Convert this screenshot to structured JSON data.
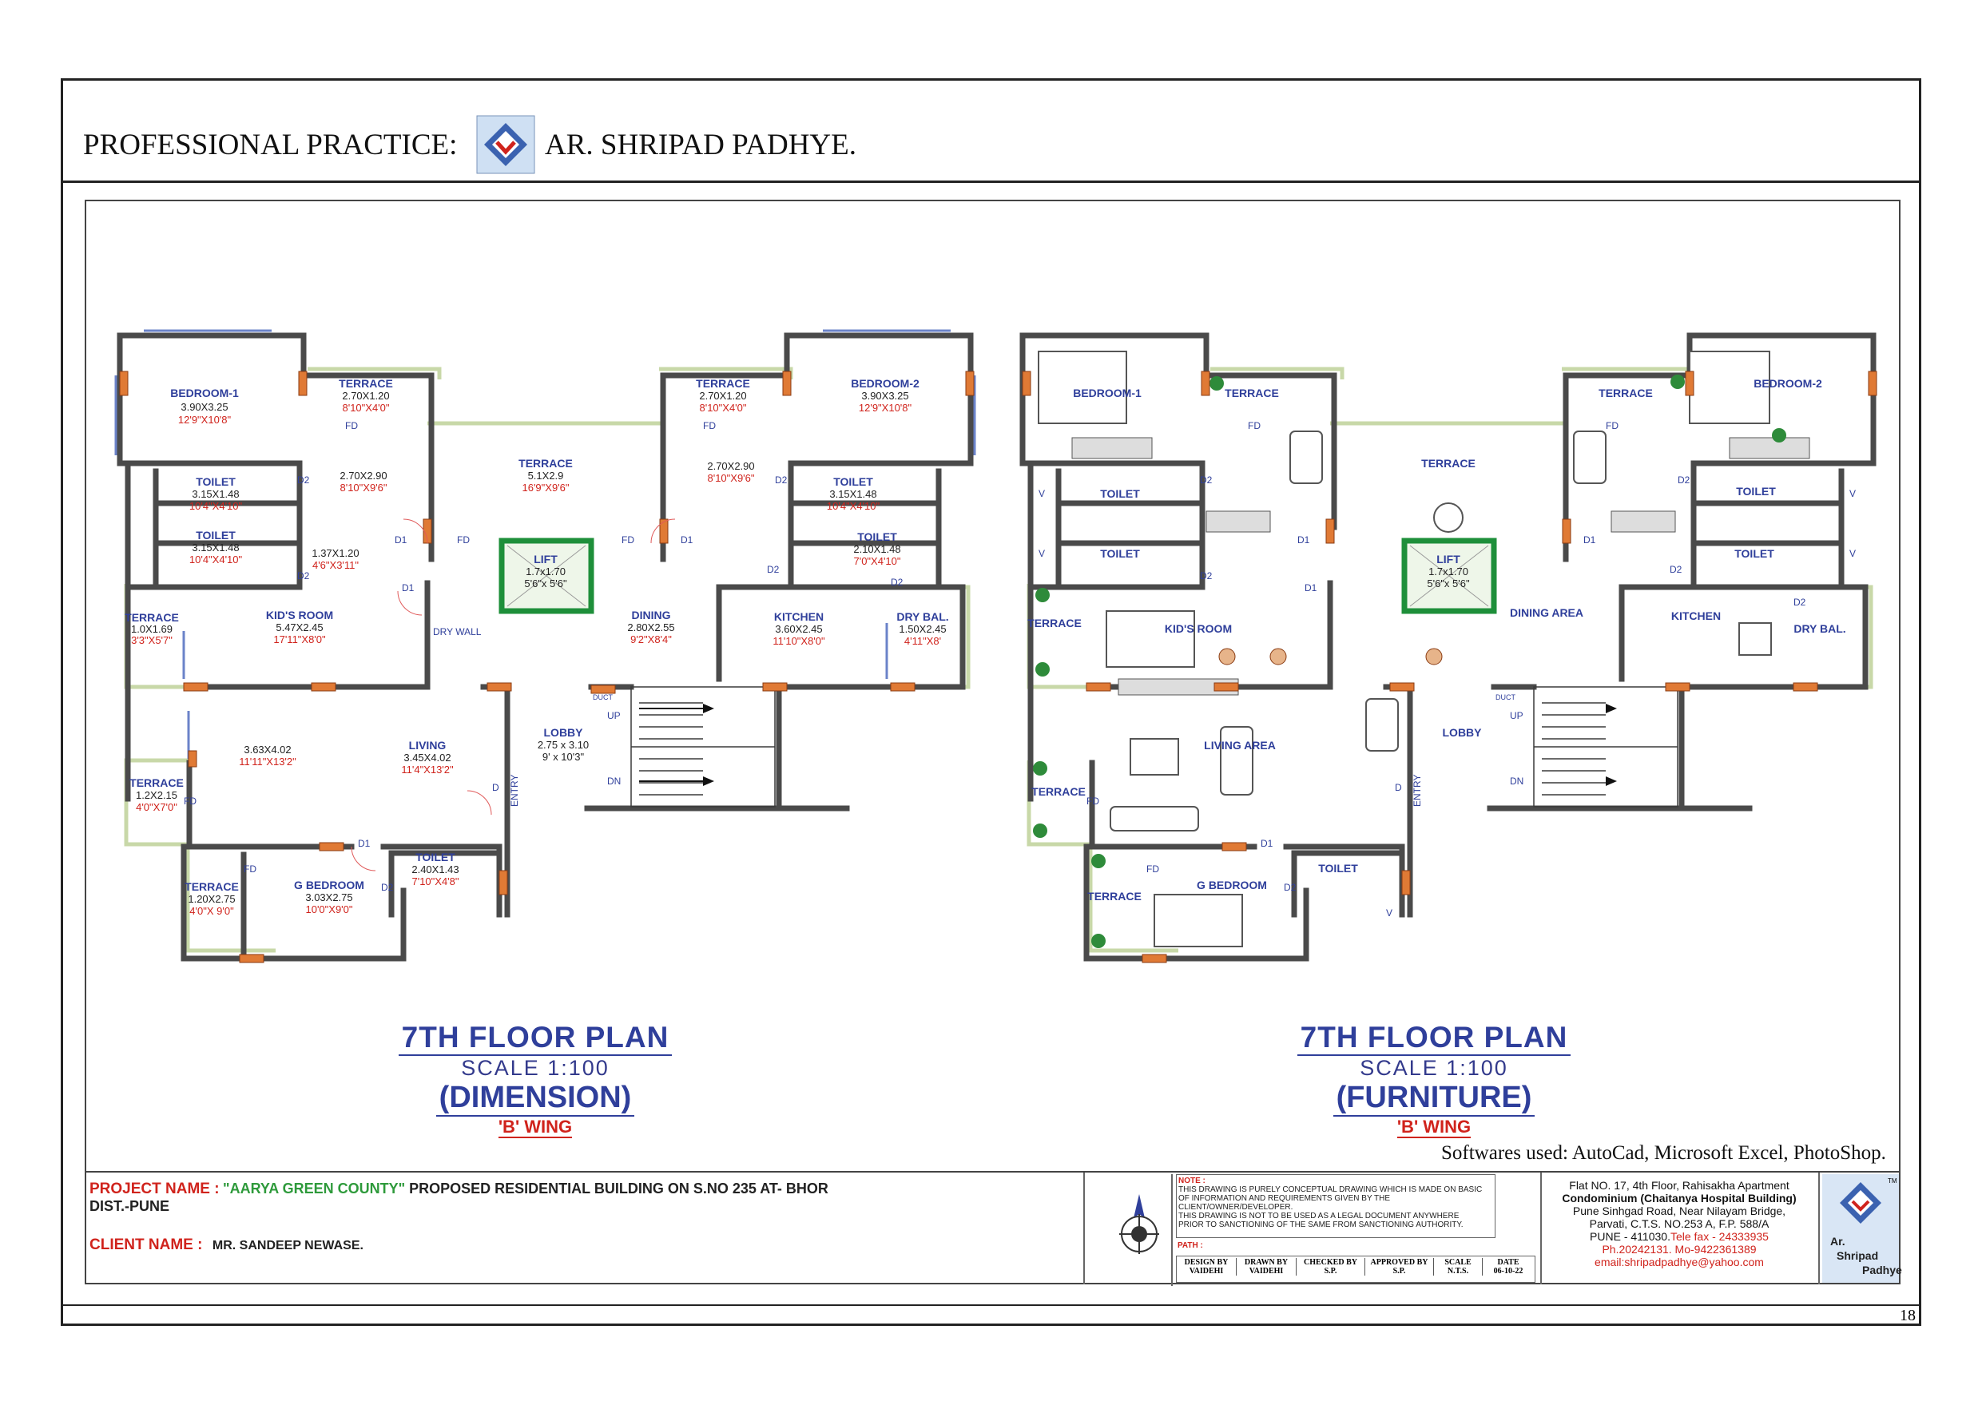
{
  "header": {
    "title": "PROFESSIONAL PRACTICE:",
    "architect": "AR. SHRIPAD PADHYE."
  },
  "page_number": "18",
  "software": "Softwares used: AutoCad, Microsoft Excel, PhotoShop.",
  "plan_left": {
    "title": "7TH  FLOOR PLAN",
    "scale": "SCALE  1:100",
    "kind": "(DIMENSION)",
    "wing": "'B' WING"
  },
  "plan_right": {
    "title": "7TH  FLOOR PLAN",
    "scale": "SCALE  1:100",
    "kind": "(FURNITURE)",
    "wing": "'B' WING"
  },
  "rooms_dim": [
    {
      "name": "BEDROOM-1",
      "d1": "3.90X3.25",
      "d2": "12'9\"X10'8\""
    },
    {
      "name": "TERRACE",
      "d1": "2.70X1.20",
      "d2": "8'10\"X4'0\""
    },
    {
      "name": "TERRACE",
      "d1": "2.70X1.20",
      "d2": "8'10\"X4'0\""
    },
    {
      "name": "BEDROOM-2",
      "d1": "3.90X3.25",
      "d2": "12'9\"X10'8\""
    },
    {
      "name": "TERRACE",
      "d1": "5.1X2.9",
      "d2": "16'9\"X9'6\""
    },
    {
      "name": "",
      "d1": "2.70X2.90",
      "d2": "8'10\"X9'6\""
    },
    {
      "name": "",
      "d1": "2.70X2.90",
      "d2": "8'10\"X9'6\""
    },
    {
      "name": "TOILET",
      "d1": "3.15X1.48",
      "d2": "10'4\"X4'10\""
    },
    {
      "name": "TOILET",
      "d1": "3.15X1.48",
      "d2": "10'4\"X4'10\""
    },
    {
      "name": "TOILET",
      "d1": "3.15X1.48",
      "d2": "10'4\"X4'10\""
    },
    {
      "name": "TOILET",
      "d1": "2.10X1.48",
      "d2": "7'0\"X4'10\""
    },
    {
      "name": "",
      "d1": "1.37X1.20",
      "d2": "4'6\"X3'11\""
    },
    {
      "name": "LIFT",
      "d1": "1.7x1.70",
      "d2": "5'6\"x 5'6\""
    },
    {
      "name": "TERRACE",
      "d1": "1.0X1.69",
      "d2": "3'3\"X5'7\""
    },
    {
      "name": "KID'S ROOM",
      "d1": "5.47X2.45",
      "d2": "17'11\"X8'0\""
    },
    {
      "name": "DINING",
      "d1": "2.80X2.55",
      "d2": "9'2\"X8'4\""
    },
    {
      "name": "KITCHEN",
      "d1": "3.60X2.45",
      "d2": "11'10\"X8'0\""
    },
    {
      "name": "DRY BAL.",
      "d1": "1.50X2.45",
      "d2": "4'11\"X8'"
    },
    {
      "name": "",
      "d1": "3.63X4.02",
      "d2": "11'11\"X13'2\""
    },
    {
      "name": "LIVING",
      "d1": "3.45X4.02",
      "d2": "11'4\"X13'2\""
    },
    {
      "name": "LOBBY",
      "d1": "2.75 x 3.10",
      "d2": "9' x 10'3\""
    },
    {
      "name": "TERRACE",
      "d1": "1.2X2.15",
      "d2": "4'0\"X7'0\""
    },
    {
      "name": "TERRACE",
      "d1": "1.20X2.75",
      "d2": "4'0\"X 9'0\""
    },
    {
      "name": "G BEDROOM",
      "d1": "3.03X2.75",
      "d2": "10'0\"X9'0\""
    },
    {
      "name": "TOILET",
      "d1": "2.40X1.43",
      "d2": "7'10\"X4'8\""
    }
  ],
  "marks": {
    "fd": "FD",
    "d1": "D1",
    "d2": "D2",
    "d": "D",
    "dry_wall": "DRY WALL",
    "entry": "ENTRY",
    "up": "UP",
    "dn": "DN",
    "duct": "DUCT",
    "v": "V"
  },
  "rooms_furn": {
    "bedroom1": "BEDROOM-1",
    "terrace": "TERRACE",
    "bedroom2": "BEDROOM-2",
    "toilet": "TOILET",
    "lift": "LIFT",
    "lift_d1": "1.7x1.70",
    "lift_d2": "5'6\"x 5'6\"",
    "kids": "KID'S ROOM",
    "dining": "DINING AREA",
    "kitchen": "KITCHEN",
    "dry": "DRY BAL.",
    "living": "LIVING AREA",
    "lobby": "LOBBY",
    "gbed": "G BEDROOM"
  },
  "title_block": {
    "project_label": "PROJECT NAME :",
    "project_q": "\"AARYA GREEN COUNTY\"",
    "project_rest": " PROPOSED RESIDENTIAL BUILDING ON  S.NO 235 AT- BHOR",
    "project_line2": "DIST.-PUNE",
    "client_label": "CLIENT NAME :",
    "client": "MR. SANDEEP NEWASE.",
    "note_label": "NOTE :",
    "note_lines": [
      "THIS DRAWING IS PURELY CONCEPTUAL DRAWING WHICH IS MADE ON BASIC",
      "OF INFORMATION AND REQUIREMENTS GIVEN BY THE",
      "CLIENT/OWNER/DEVELOPER.",
      "THIS DRAWING IS NOT TO BE USED AS A LEGAL DOCUMENT ANYWHERE",
      "PRIOR TO SANCTIONING OF THE SAME FROM SANCTIONING AUTHORITY."
    ],
    "path_label": "PATH :",
    "cells": [
      {
        "h": "DESIGN BY",
        "v": "VAIDEHI"
      },
      {
        "h": "DRAWN BY",
        "v": "VAIDEHI"
      },
      {
        "h": "CHECKED BY",
        "v": "S.P."
      },
      {
        "h": "APPROVED BY",
        "v": "S.P."
      },
      {
        "h": "SCALE",
        "v": "N.T.S."
      },
      {
        "h": "DATE",
        "v": "06-10-22"
      }
    ],
    "address": [
      "Flat NO. 17, 4th Floor, Rahisakha Apartment",
      "Condominium (Chaitanya Hospital Building)",
      "Pune Sinhgad Road, Near Nilayam Bridge,",
      "Parvati, C.T.S.     NO.253 A, F.P. 588/A"
    ],
    "addr_pune": "PUNE - 411030.",
    "addr_tele": "Tele fax - 24333935",
    "addr_ph": "Ph.20242131. Mo-9422361389",
    "addr_email": "email:shripadpadhye@yahoo.com",
    "logo_line1": "Ar.",
    "logo_line2": "Shripad",
    "logo_line3": "Padhye",
    "tm": "TM"
  }
}
